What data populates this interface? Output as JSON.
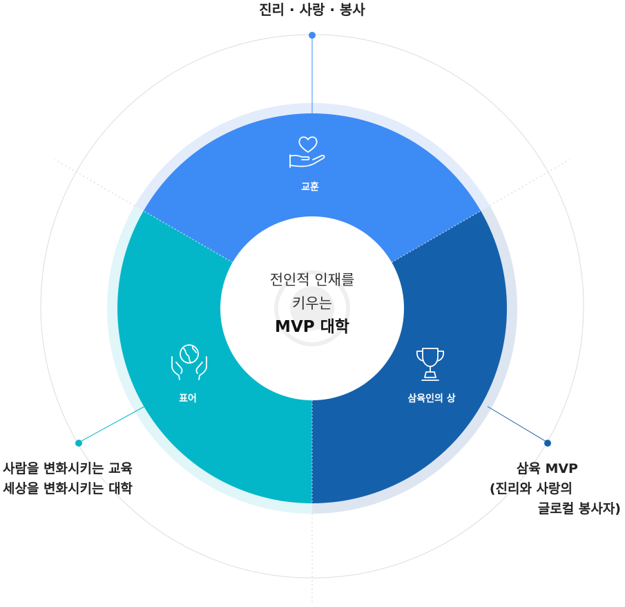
{
  "diagram": {
    "top_value": "진리 · 사랑 · 봉사",
    "left_lines": [
      "사람을 변화시키는 교육",
      "세상을 변화시키는 대학"
    ],
    "right_lines": [
      "삼육 MVP",
      "(진리와 사랑의",
      "글로컬 봉사자)"
    ],
    "center_lines": [
      "전인적 인재를",
      "키우는",
      "MVP 대학"
    ],
    "segments": [
      {
        "label": "교훈",
        "icon": "heart-hand-icon",
        "color": "#3d8bf5",
        "ring_color": "#e3ecfb"
      },
      {
        "label": "삼육인의 상",
        "icon": "trophy-icon",
        "color": "#1560ab",
        "ring_color": "#dde5f1"
      },
      {
        "label": "표어",
        "icon": "globe-hands-icon",
        "color": "#04b7c8",
        "ring_color": "#e0f6f8"
      }
    ],
    "connector_colors": [
      "#3d8bf5",
      "#1560ab",
      "#04b7c8"
    ],
    "guide_color": "#dcdcdc"
  }
}
